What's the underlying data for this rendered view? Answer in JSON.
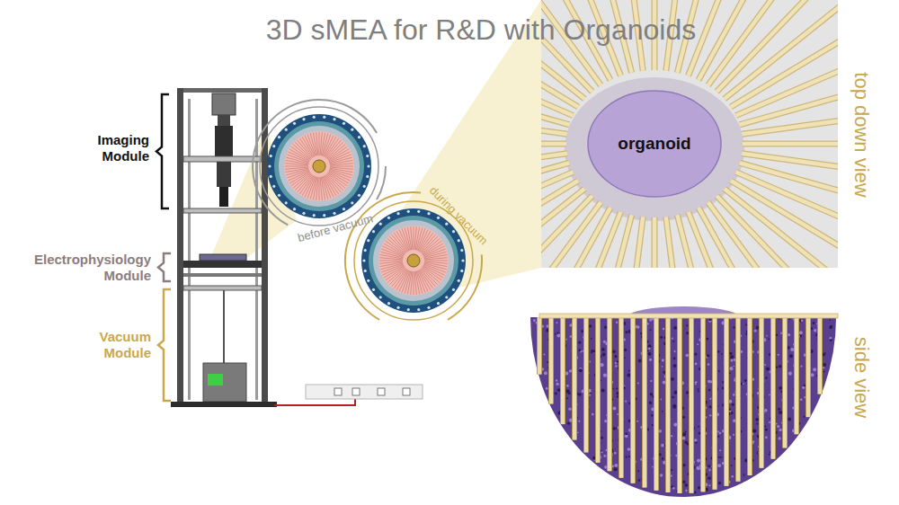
{
  "diagram": {
    "title": "3D sMEA for R&D with Organoids",
    "nodes": [
      {
        "text": [
          "organoid"
        ]
      }
    ],
    "labels": [
      "Imaging Module",
      "Electrophysiology Module",
      "Vacuum Module",
      "before vacuum",
      "during vacuum",
      "top down view",
      "side view"
    ]
  }
}
